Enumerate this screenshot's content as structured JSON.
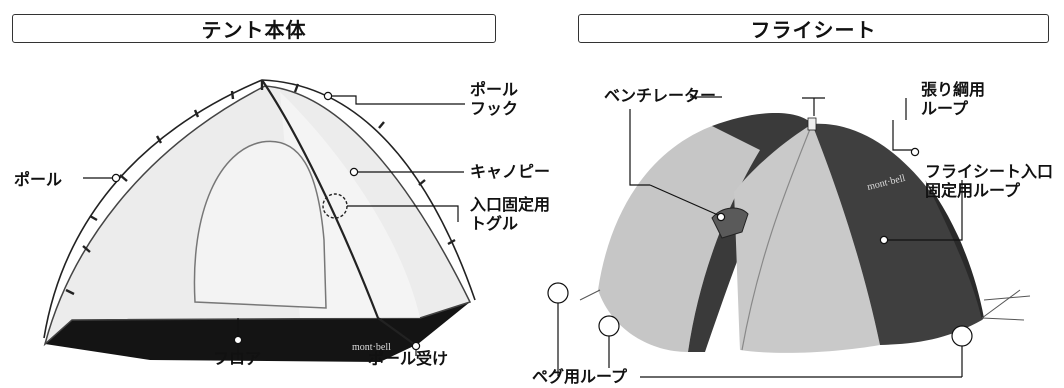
{
  "headers": {
    "tent_body": "テント本体",
    "fly_sheet": "フライシート"
  },
  "tent_labels": {
    "pole": "ポール",
    "pole_hook": "ポール\nフック",
    "canopy": "キャノピー",
    "entrance_toggle": "入口固定用\nトグル",
    "floor": "フロア",
    "pole_receiver": "ポール受け"
  },
  "fly_labels": {
    "ventilator": "ベンチレーター",
    "guy_line_loop": "張り綱用\nループ",
    "fly_entrance_loop": "フライシート入口\n固定用ループ",
    "peg_loop": "ペグ用ループ"
  },
  "brand": "mont·bell"
}
